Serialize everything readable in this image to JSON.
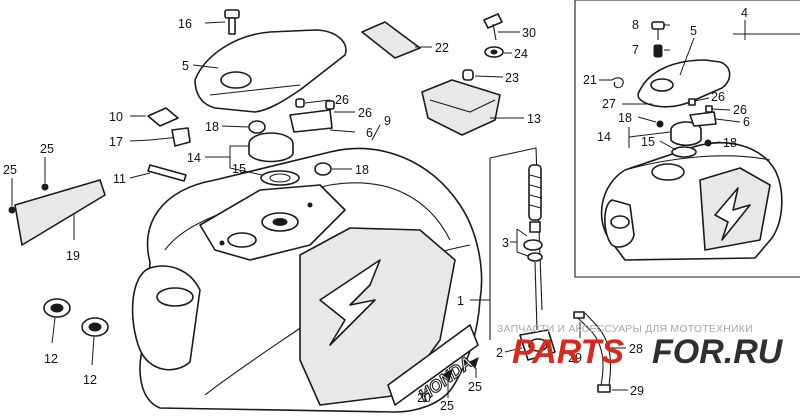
{
  "diagram": {
    "labels": {
      "n1": "1",
      "n2": "2",
      "n3": "3",
      "n4": "4",
      "n5a": "5",
      "n5b": "5",
      "n6a": "6",
      "n6b": "6",
      "n7": "7",
      "n8": "8",
      "n9": "9",
      "n10": "10",
      "n11": "11",
      "n12a": "12",
      "n12b": "12",
      "n13": "13",
      "n14a": "14",
      "n14b": "14",
      "n15a": "15",
      "n15b": "15",
      "n16": "16",
      "n17": "17",
      "n18a": "18",
      "n18b": "18",
      "n18c": "18",
      "n18d": "18",
      "n19": "19",
      "n20": "20",
      "n21": "21",
      "n22": "22",
      "n23": "23",
      "n24": "24",
      "n25a": "25",
      "n25b": "25",
      "n25c": "25",
      "n25d": "25",
      "n26a": "26",
      "n26b": "26",
      "n26c": "26",
      "n26d": "26",
      "n27": "27",
      "n28": "28",
      "n29a": "29",
      "n29b": "29",
      "n30": "30"
    },
    "emblem_text": "HONDA"
  },
  "watermark": {
    "caption": "ЗАПЧАСТИ И АКСЕССУАРЫ ДЛЯ МОТОТЕХНИКИ",
    "logo_left": "PARTS",
    "logo_right": "FOR.RU",
    "logo_left_color": "#d9291c",
    "logo_right_color": "#2f2f2f"
  }
}
